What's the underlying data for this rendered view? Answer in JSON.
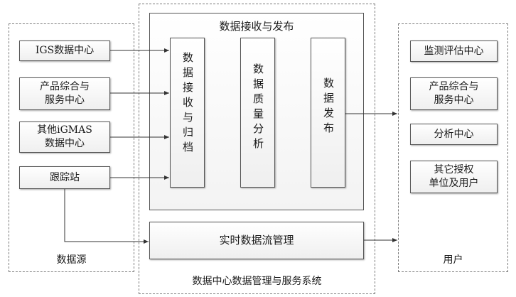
{
  "sources": {
    "label": "数据源",
    "items": [
      "IGS数据中心",
      "产品综合与\n服务中心",
      "其他iGMAS\n数据中心",
      "跟踪站"
    ]
  },
  "system": {
    "label": "数据中心数据管理与服务系统",
    "publish_panel": {
      "title": "数据接收与发布",
      "receive": "数据接收与归档",
      "quality": "数据质量分析",
      "publish": "数据发布"
    },
    "stream": "实时数据流管理"
  },
  "users": {
    "label": "用户",
    "items": [
      "监测评估中心",
      "产品综合与\n服务中心",
      "分析中心",
      "其它授权\n单位及用户"
    ]
  },
  "colors": {
    "line": "#333333",
    "dash": "#7a7a7a"
  }
}
